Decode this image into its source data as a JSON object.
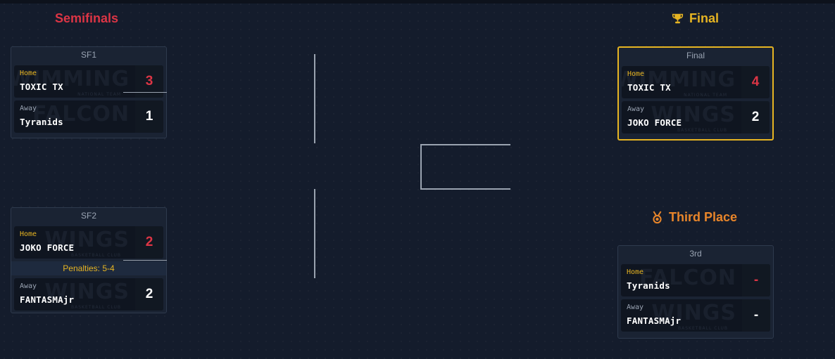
{
  "stages": {
    "semifinals": "Semifinals",
    "final": "Final",
    "third_place": "Third Place"
  },
  "colors": {
    "semifinals_title": "#dc3545",
    "final_title": "#e6b422",
    "third_title": "#e8852a",
    "score_highlight": "#dc3545"
  },
  "icons": {
    "final": "trophy-icon",
    "third_place": "medal-icon"
  },
  "matches": {
    "sf1": {
      "label": "SF1",
      "home": {
        "role": "Home",
        "name": "TOXIC TX",
        "score": "3",
        "logo_text": "SWIMMING",
        "logo_sub": "NATIONAL TEAM"
      },
      "away": {
        "role": "Away",
        "name": "Tyranids",
        "score": "1",
        "logo_text": "FALCON",
        "logo_sub": ""
      }
    },
    "sf2": {
      "label": "SF2",
      "home": {
        "role": "Home",
        "name": "JOKO FORCE",
        "score": "2",
        "logo_text": "WINGS",
        "logo_sub": "BASKETBALL CLUB"
      },
      "penalties": "Penalties: 5-4",
      "away": {
        "role": "Away",
        "name": "FANTASMAjr",
        "score": "2",
        "logo_text": "WINGS",
        "logo_sub": "BASKETBALL CLUB"
      }
    },
    "final": {
      "label": "Final",
      "home": {
        "role": "Home",
        "name": "TOXIC TX",
        "score": "4",
        "logo_text": "SWIMMING",
        "logo_sub": "NATIONAL TEAM"
      },
      "away": {
        "role": "Away",
        "name": "JOKO FORCE",
        "score": "2",
        "logo_text": "WINGS",
        "logo_sub": "BASKETBALL CLUB"
      }
    },
    "third": {
      "label": "3rd",
      "home": {
        "role": "Home",
        "name": "Tyranids",
        "score": "-",
        "logo_text": "FALCON",
        "logo_sub": ""
      },
      "away": {
        "role": "Away",
        "name": "FANTASMAjr",
        "score": "-",
        "logo_text": "WINGS",
        "logo_sub": "BASKETBALL CLUB"
      }
    }
  }
}
